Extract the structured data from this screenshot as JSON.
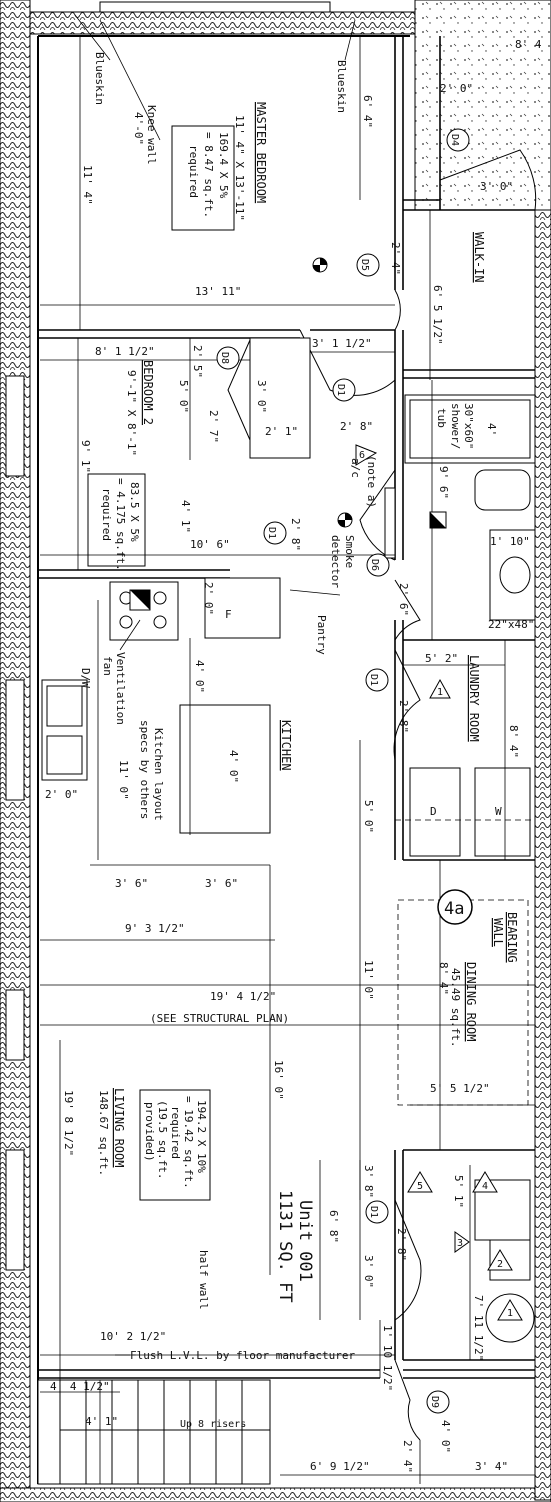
{
  "rooms": {
    "master_bedroom": "MASTER BEDROOM",
    "bedroom2": "BEDROOM 2",
    "walk_in": "WALK-IN",
    "kitchen": "KITCHEN",
    "laundry_room": "LAUNDRY ROOM",
    "dining_room": "DINING ROOM",
    "living_room": "LIVING ROOM"
  },
  "room_notes": {
    "master_size": "11' 4\" X 13'-11\"",
    "master_area": [
      "169.4 X 5%",
      "= 8.47 sq.ft.",
      "required"
    ],
    "bed2_size": "9'-1\" X 8'-1\"",
    "bed2_area": [
      "83.5 X 5%",
      "= 4.175 sq.ft.",
      "required"
    ],
    "living_area_calc": [
      "194.2 X 10%",
      "= 19.42 sq.ft.",
      "required",
      "(19.5 sq.ft.",
      "provided)"
    ],
    "dining_area": "45.49 sq.ft.",
    "living_area": "148.67 sq.ft."
  },
  "labels": {
    "blueskin": "Blueskin",
    "knee_wall": "Knee wall",
    "knee_wall_dim": "4'-0\"",
    "smoke": "Smoke",
    "detector": "detector",
    "pantry": "Pantry",
    "ventilation": "Ventilation",
    "fan": "fan",
    "kitchen_layout": "Kitchen layout",
    "specs_by": "specs by others",
    "see_structural": "(SEE STRUCTURAL PLAN)",
    "bearing": "BEARING",
    "wall": "WALL",
    "note_a": "(note a)",
    "ac": "a/c",
    "shower": "30\"x60\"",
    "shower2": "shower/",
    "tub": "tub",
    "unit": "Unit 001",
    "sqft": "1131 SQ. FT",
    "half_wall": "half wall",
    "flush_lvl": "Flush L.V.L. by floor manufacturer",
    "up_risers": "Up 8 risers",
    "dw": "D/W",
    "d": "D",
    "w": "W",
    "f": "F",
    "vanity": "22\"x48\"",
    "grid_tag": "4a"
  },
  "tags": {
    "d1": "D1",
    "d4": "D4",
    "d5": "D5",
    "d6": "D6",
    "d8": "D8",
    "d9": "D9",
    "t1": "1",
    "t2": "2",
    "t3": "3",
    "t4": "4",
    "t5": "5",
    "t6": "6"
  },
  "dims": {
    "top_right": "8' 4",
    "d4_width": "2' 0\"",
    "walk_door": "3' 0\"",
    "master_h": "11' 4\"",
    "master_w": "13' 11\"",
    "closet_h": "6' 4\"",
    "door_2_4": "2' 4\"",
    "walkin_len": "6' 5 1/2\"",
    "hall_w": "3' 1 1/2\"",
    "bed2_w": "8' 1 1/2\"",
    "bed2_h": "9' 1\"",
    "d8_2_5": "2' 5\"",
    "d8_5_0": "5' 0\"",
    "d8_3_0": "3' 0\"",
    "d8_2_7": "2' 7\"",
    "d8_2_1": "2' 1\"",
    "note_4": "4'",
    "bath_9_6": "9' 6\"",
    "d1_2_8": "2' 8\"",
    "d1_2_8b": "2' 8\"",
    "w4_1": "4' 1\"",
    "w10_6": "10' 6\"",
    "vanity_1_10": "1' 10\"",
    "pantry_2_0": "2' 0\"",
    "pantry_2_6": "2' 6\"",
    "laundry_5_2": "5' 2\"",
    "laundry_8_4": "8' 4\"",
    "island_4_0": "4' 0\"",
    "island_4_0b": "4' 0\"",
    "kitchen_11_0": "11' 0\"",
    "sink_2_0": "2' 0\"",
    "laundry_d1": "2' 8\"",
    "hall_5_0": "5' 0\"",
    "k3_6a": "3' 6\"",
    "k3_6b": "3' 6\"",
    "w9_3": "9' 3 1/2\"",
    "dining_11_0": "11' 0\"",
    "dining_8_4": "8' 4\"",
    "w19_4": "19' 4 1/2\"",
    "dining_5_5": "5' 5 1/2\"",
    "w16_0": "16' 0\"",
    "w19_8": "19' 8 1/2\"",
    "w3_8": "3' 8\"",
    "w6_8": "6' 8\"",
    "w3_0": "3' 0\"",
    "w2_8": "2' 8\"",
    "w5_1": "5' 1\"",
    "w7_11": "7' 11 1/2\"",
    "w10_2": "10' 2 1/2\"",
    "w1_10": "1' 10 1/2\"",
    "d9_4_0": "4' 0\"",
    "w4_4": "4' 4 1/2\"",
    "w4_1b": "4' 1\"",
    "w2_4b": "2' 4\"",
    "w6_9": "6' 9 1/2\"",
    "w3_4": "3' 4\""
  }
}
